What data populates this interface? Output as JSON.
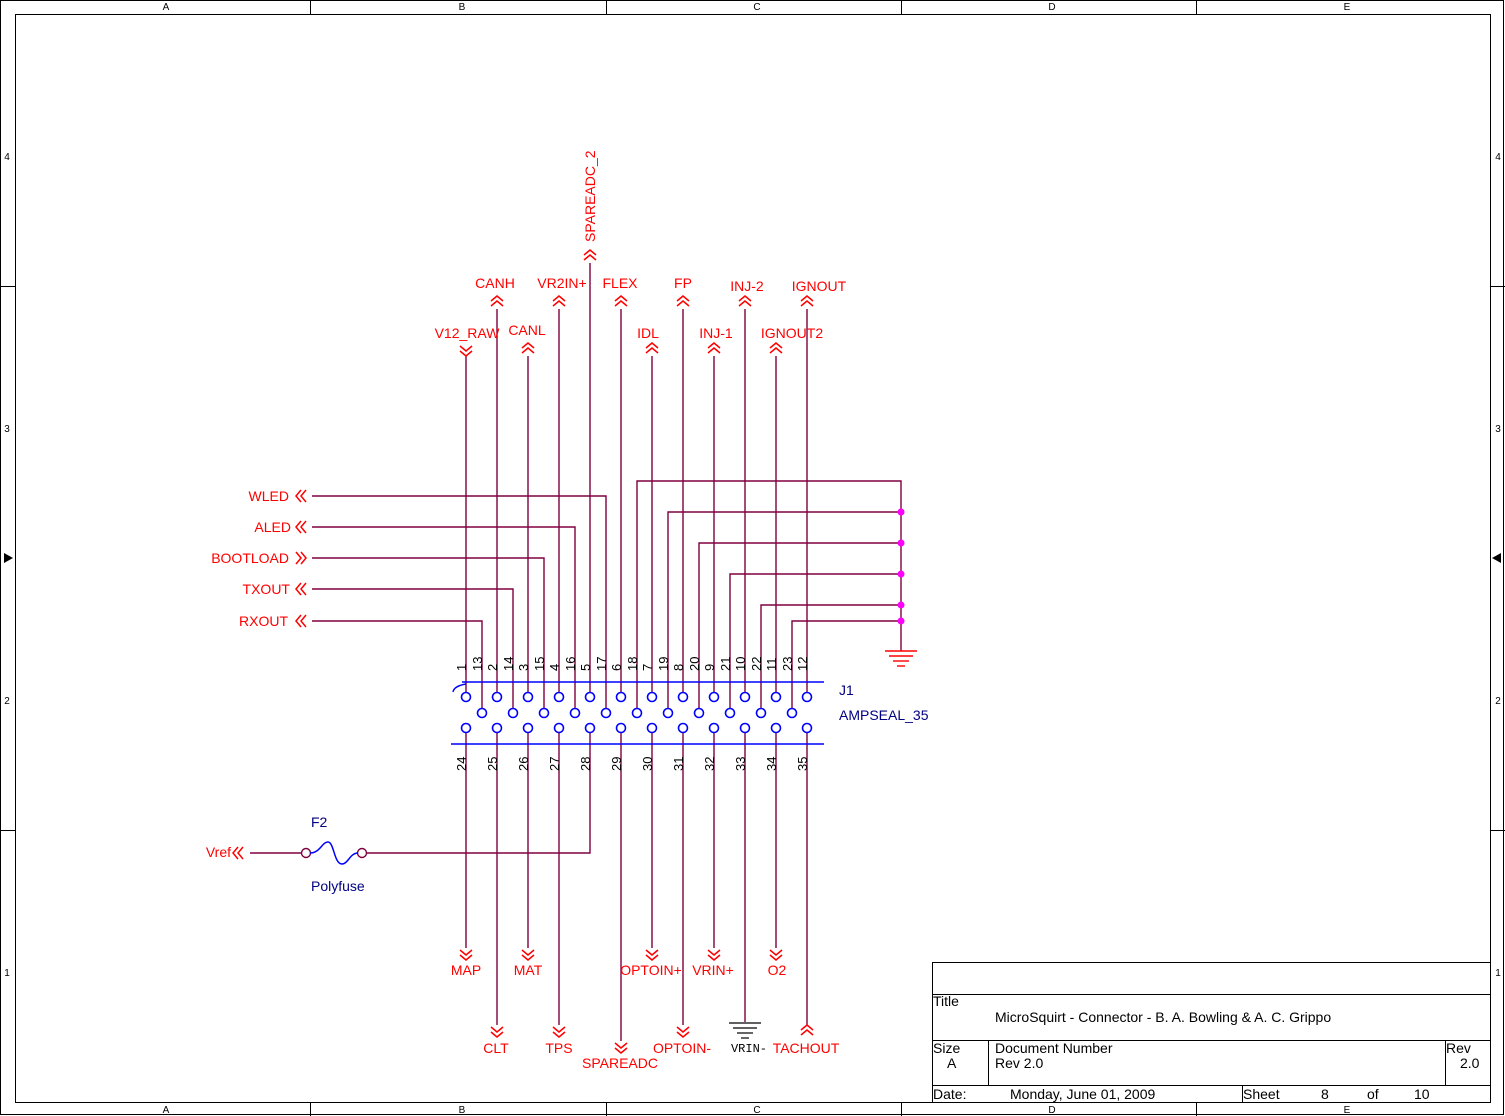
{
  "zones": {
    "columns": [
      "A",
      "B",
      "C",
      "D",
      "E"
    ],
    "rows": [
      "4",
      "3",
      "2",
      "1"
    ]
  },
  "nets": {
    "top": [
      "SPAREADC_2",
      "CANH",
      "VR2IN+",
      "FLEX",
      "FP",
      "INJ-2",
      "IGNOUT",
      "V12_RAW",
      "CANL",
      "IDL",
      "INJ-1",
      "IGNOUT2"
    ],
    "left": [
      "WLED",
      "ALED",
      "BOOTLOAD",
      "TXOUT",
      "RXOUT"
    ],
    "vref": "Vref",
    "bottom_upper": [
      "MAP",
      "MAT",
      "OPTOIN+",
      "VRIN+",
      "O2"
    ],
    "bottom_lower": [
      "CLT",
      "TPS",
      "SPAREADC",
      "OPTOIN-",
      "TACHOUT"
    ],
    "vrin_minus": "VRIN-"
  },
  "connector": {
    "ref": "J1",
    "part": "AMPSEAL_35",
    "top_pins": [
      "1",
      "13",
      "2",
      "14",
      "3",
      "15",
      "4",
      "16",
      "5",
      "17",
      "6",
      "18",
      "7",
      "19",
      "8",
      "20",
      "9",
      "21",
      "10",
      "22",
      "11",
      "23",
      "12"
    ],
    "bottom_pins": [
      "24",
      "25",
      "26",
      "27",
      "28",
      "29",
      "30",
      "31",
      "32",
      "33",
      "34",
      "35"
    ]
  },
  "fuse": {
    "ref": "F2",
    "part": "Polyfuse"
  },
  "title_block": {
    "title_label": "Title",
    "title": "MicroSquirt - Connector - B. A. Bowling & A. C. Grippo",
    "size_label": "Size",
    "size": "A",
    "docnum_label": "Document Number",
    "docnum": "Rev 2.0",
    "rev_label": "Rev",
    "rev": "2.0",
    "date_label": "Date:",
    "date": "Monday, June 01, 2009",
    "sheet_label": "Sheet",
    "sheet": "8",
    "of_label": "of",
    "total": "10"
  }
}
